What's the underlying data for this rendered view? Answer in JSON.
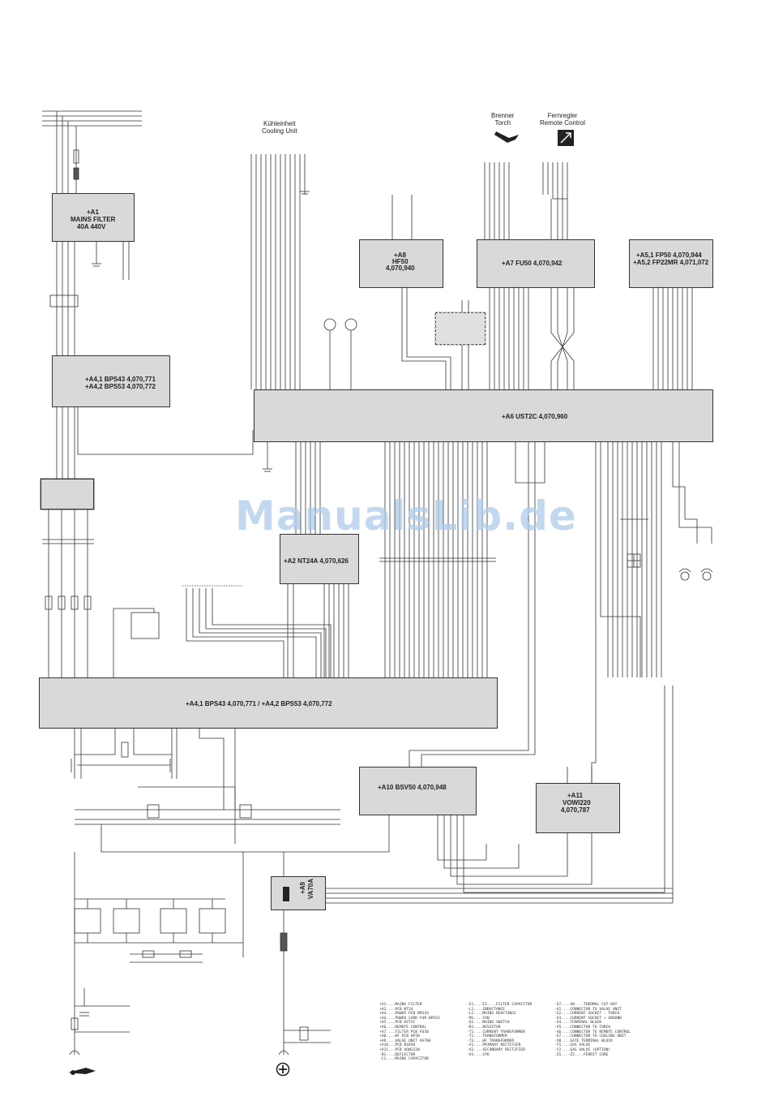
{
  "headers": {
    "cooling_de": "Kühleinheit",
    "cooling_en": "Cooling Unit",
    "torch_de": "Brenner",
    "torch_en": "Torch",
    "remote_de": "Fernregler",
    "remote_en": "Remote Control"
  },
  "modules": {
    "a1": [
      "+A1",
      "MAINS FILTER",
      "40A 440V"
    ],
    "a8": [
      "+A8",
      "HF50",
      "4,070,940"
    ],
    "a7": "+A7   FU50   4,070,942",
    "a5": [
      "+A5,1  FP50  4,070,944",
      "+A5,2  FP22MR  4,071,072"
    ],
    "a4side": [
      "+A4,1  BPS43  4,070,771",
      "+A4,2  BPS53  4,070,772"
    ],
    "a6": "+A6   UST2C   4,070,960",
    "a2": "+A2   NT24A   4,070,626",
    "a4main": "+A4,1   BPS43   4,070,771   /   +A4,2   BPS53   4,070,772",
    "a10": "+A10   BSV50   4,070,948",
    "a11": [
      "+A11",
      "VOWI220",
      "4,070,787"
    ],
    "a9": [
      "+A9",
      "VA70A"
    ]
  },
  "watermark": "ManualsLib.de",
  "legend": [
    "+A1....MAINS FILTER\n+A2....PCB NT24\n+A4....POWER PCB BPS43\n+A4....POWER CARD FOR BPS53\n+A5....PCB UST2C\n+A6....REMOTE CONTROL\n+A7....FILTER PCB FU50\n+A8....HF PCB HF50\n+A9....VALVE UNIT VA70A\n+A10...PCB BSV50\n+A11...PCB VOWI220\n-B1....DEFLECTOR\n-C1....MAINS CAPACITOR",
    "-E1...-E2....FILTER CAPACITOR\n-L1....INDUCTANCE\n-L2....MAINS REACTANCE\n-M1....FAN\n-Q1....MAINS SWITCH\n-R1....RESISTOR\n-T1....CURRENT TRANSFORMER\n-T2....TRANSFORMER\n-T3....HF TRANSFORMER\n-V1....PRIMARY RECTIFIER\n-V2....SECONDARY RECTIFIER\n-V3....CPU",
    "-V7....V8....THERMAL CUT-OUT\n-X1....CONNECTOR TO VALVE UNIT\n-X2....CURRENT SOCKET - TORCH\n-X3....CURRENT SOCKET + GROUND\n-X4....TERMINAL BLOCK\n-X5....CONNECTOR TO TORCH\n-X6....CONNECTOR TO REMOTE CONTROL\n-X7....CONNECTOR TO COOLING UNIT\n-X8....GATE TERMINAL BLOCK\n-Y1....GAS VALVE\n-Y2....GAS VALVE (OPTION)\n-Z1...-Z2....FERRIT CORE"
  ]
}
